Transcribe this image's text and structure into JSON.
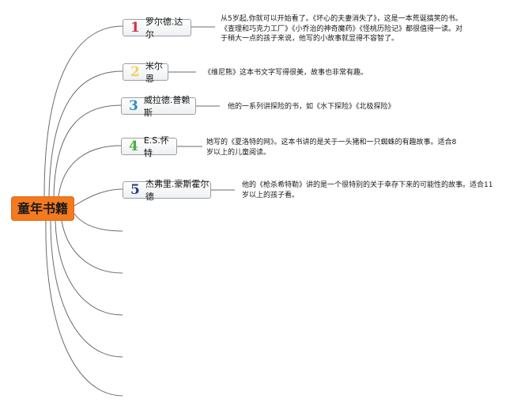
{
  "root": {
    "label": "童年书籍"
  },
  "books": [
    {
      "number": "1",
      "number_color": "#d2333a",
      "author": "罗尔德.达尔",
      "description_lines": [
        "从5岁起,你就可以开始看了。《坏心的夫妻消失了》，这是一本荒诞搞笑的书。",
        "《查理和巧克力工厂》《小乔治的神奇魔药》《怪桃历险记》都很值得一读。对",
        "于稍大一点的孩子来说，他写的小故事就显得不容智了。"
      ]
    },
    {
      "number": "2",
      "number_color": "#f5cf55",
      "author": "米尔恩",
      "description_lines": [
        "《维尼熊》这本书文字写得很美，故事也非常有趣。"
      ]
    },
    {
      "number": "3",
      "number_color": "#2b8fc4",
      "author": "威拉德.普赖斯",
      "description_lines": [
        "他的一系列讲探险的书，如《水下探险》《北极探险》"
      ]
    },
    {
      "number": "4",
      "number_color": "#49b043",
      "author": "E.S.怀特",
      "description_lines": [
        "她写的《夏洛特的网》。这本书讲的是关于一头猪和一只蜘蛛的有趣故事。适合8",
        "岁以上的儿童阅读。"
      ]
    },
    {
      "number": "5",
      "number_color": "#2a3d86",
      "author": "杰弗里.豪斯霍尔德",
      "description_lines": [
        "他的《枪杀希特勒》讲的是一个很特别的关于幸存下来的可能性的故事。适合11",
        "岁以上的孩子看。"
      ]
    }
  ]
}
